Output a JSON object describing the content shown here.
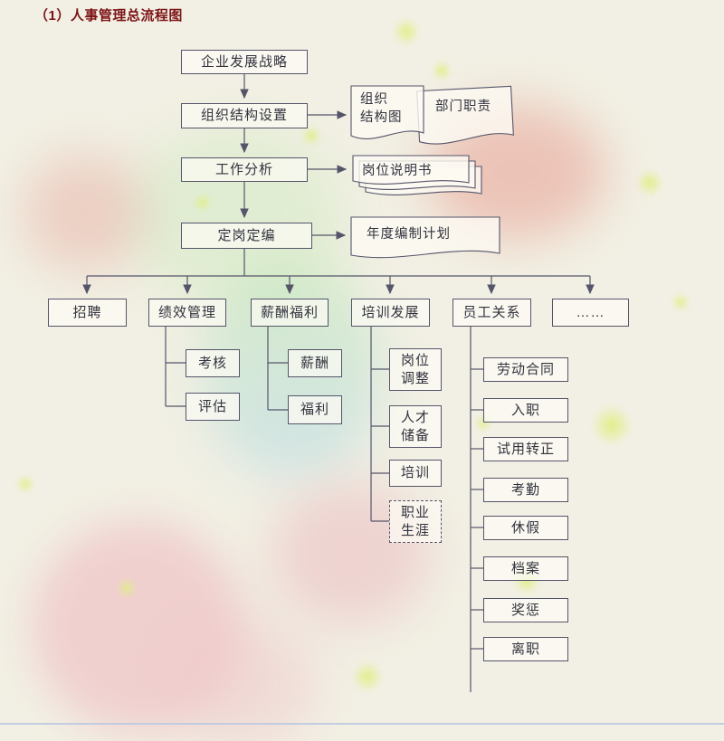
{
  "title": "（1）人事管理总流程图",
  "colors": {
    "title": "#7c1416",
    "line": "#55556a",
    "box_border": "#55556a",
    "text": "#33333f"
  },
  "flow": {
    "strategy": "企业发展战略",
    "org_setup": "组织结构设置",
    "job_analysis": "工作分析",
    "staffing": "定岗定编"
  },
  "docs": {
    "org_chart": "组织\n结构图",
    "dept_duty": "部门职责",
    "job_desc": "岗位说明书",
    "annual_plan": "年度编制计划"
  },
  "branches": [
    {
      "label": "招聘",
      "children": []
    },
    {
      "label": "绩效管理",
      "children": [
        "考核",
        "评估"
      ]
    },
    {
      "label": "薪酬福利",
      "children": [
        "薪酬",
        "福利"
      ]
    },
    {
      "label": "培训发展",
      "children": [
        "岗位\n调整",
        "人才\n储备",
        "培训",
        "职业\n生涯"
      ]
    },
    {
      "label": "员工关系",
      "children": [
        "劳动合同",
        "入职",
        "试用转正",
        "考勤",
        "休假",
        "档案",
        "奖惩",
        "离职"
      ]
    },
    {
      "label": "……",
      "children": []
    }
  ]
}
